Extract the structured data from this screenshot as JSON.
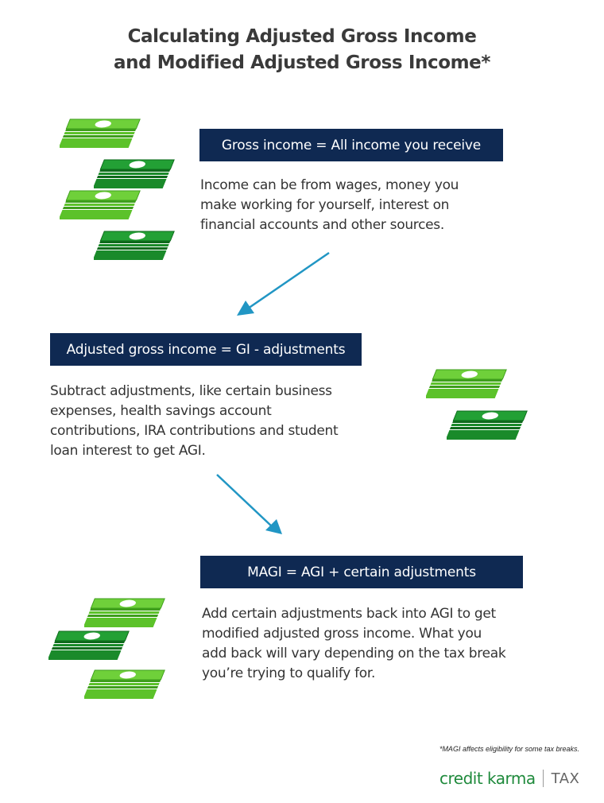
{
  "title": {
    "line1": "Calculating Adjusted Gross Income",
    "line2": "and Modified Adjusted Gross Income*"
  },
  "steps": [
    {
      "box_label": "Gross income = All income you receive",
      "description": [
        "Income can be from wages, money you",
        "make working for yourself, interest on",
        "financial accounts and other sources."
      ]
    },
    {
      "box_label": "Adjusted gross income = GI - adjustments",
      "description": [
        "Subtract adjustments, like certain business",
        "expenses, health savings account",
        "contributions, IRA contributions and student",
        "loan interest to get AGI."
      ]
    },
    {
      "box_label": "MAGI = AGI + certain adjustments",
      "description": [
        "Add certain adjustments back into AGI to get",
        "modified adjusted gross income. What you",
        "add back will vary depending on the tax break",
        "you’re trying to qualify for."
      ]
    }
  ],
  "footnote": "*MAGI affects eligibility for some tax breaks.",
  "logo": {
    "main": "credit karma",
    "sub": "TAX"
  },
  "colors": {
    "box_fill": "#0f2952",
    "arrow": "#2196c4",
    "cash_light": "#5cc22a",
    "cash_dark": "#1a8a2a",
    "logo_green": "#1f8a3c"
  },
  "icons": [
    "money-stack-icon",
    "arrow-icon"
  ]
}
